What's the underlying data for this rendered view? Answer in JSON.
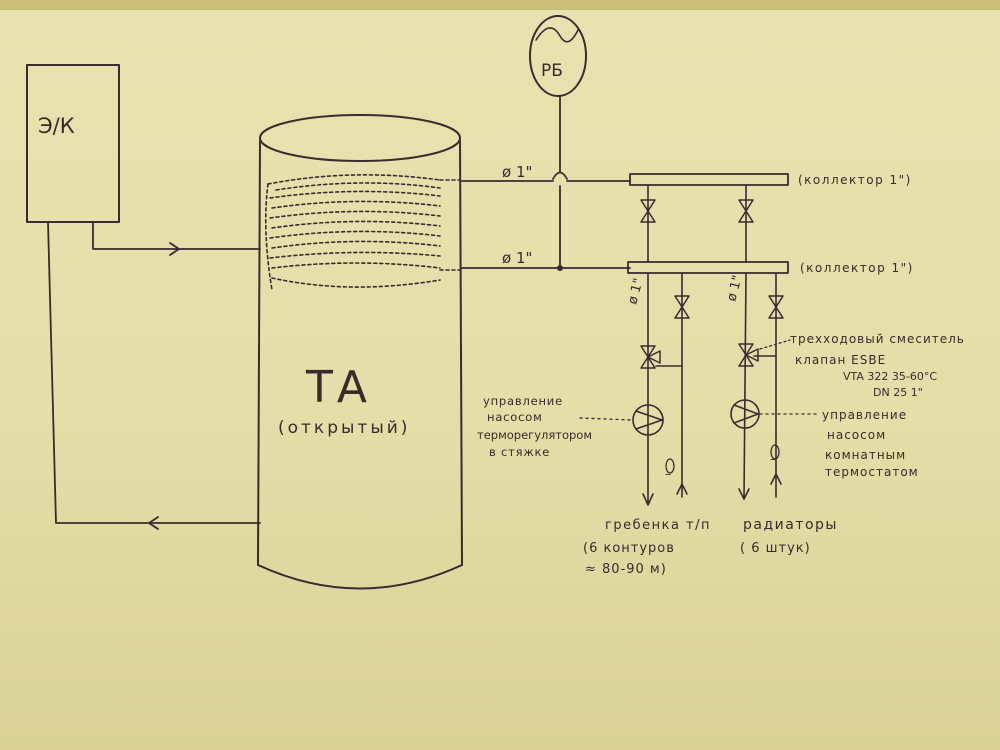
{
  "boiler": {
    "label": "Э/К"
  },
  "expansion_tank": {
    "label": "РБ"
  },
  "tank": {
    "label": "ТА",
    "sublabel": "(открытый)"
  },
  "pipes": {
    "upper_diameter": "ø 1\"",
    "lower_diameter": "ø 1\"",
    "branch_left_diameter": "ø 1\"",
    "branch_right_diameter": "ø 1\""
  },
  "collectors": {
    "upper": "(коллектор 1\")",
    "lower": "(коллектор 1\")"
  },
  "mixing_valve": {
    "lines": [
      "трехходовый смеситель",
      "клапан ESBE",
      "VTA 322 35-60°C",
      "DN 25 1\""
    ]
  },
  "left_pump_control": {
    "lines": [
      "управление",
      "насосом",
      "терморегулятором",
      "в стяжке"
    ]
  },
  "right_pump_control": {
    "lines": [
      "управление",
      "насосом",
      "комнатным",
      "термостатом"
    ]
  },
  "floor_heating": {
    "lines": [
      "гребенка т/п",
      "(6 контуров",
      "≈ 80-90 м)"
    ]
  },
  "radiators": {
    "lines": [
      "радиаторы",
      "( 6 штук)"
    ]
  },
  "marks": {
    "small_dash": "–"
  }
}
